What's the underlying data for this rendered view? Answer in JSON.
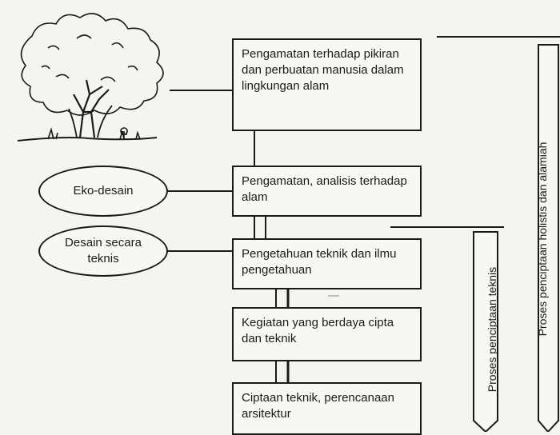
{
  "boxes": [
    "Pengamatan terhadap pikiran dan perbuatan manusia dalam lingkungan alam",
    "Pengamatan, analisis terhadap alam",
    "Pengetahuan teknik dan ilmu pengetahuan",
    "Kegiatan yang berdaya cipta dan teknik",
    "Ciptaan teknik, perencanaan arsitektur"
  ],
  "ovals": [
    "Eko-desain",
    "Desain secara teknis"
  ],
  "arrows": [
    "Proses penciptaan teknis",
    "Proses penciptaan holistis dan alamiah"
  ],
  "icons": [
    "tree-illustration"
  ]
}
